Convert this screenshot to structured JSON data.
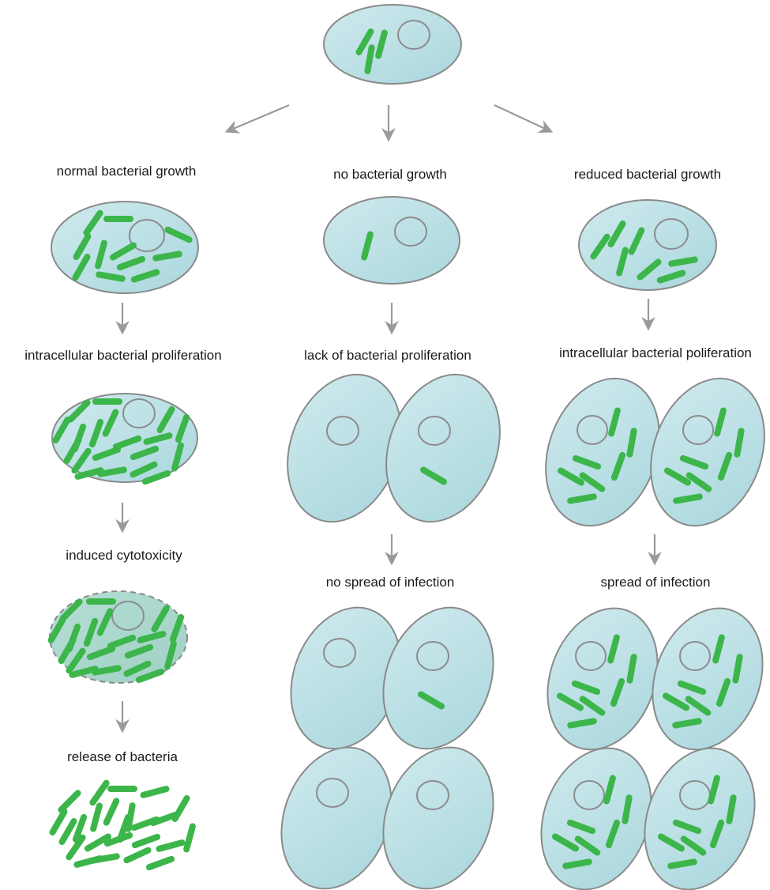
{
  "colors": {
    "cell_fill": "#bfe3e8",
    "cell_fill_dark": "#a8d6dc",
    "cell_stroke": "#8a8a8a",
    "nucleus_stroke": "#8c8c8c",
    "bacteria": "#3cb54a",
    "dying_cell_fill": "#a9d8cf",
    "arrow": "#9a9a9a",
    "text": "#1a1a1a"
  },
  "columns": {
    "left": {
      "outcome": "normal bacterial growth",
      "step2": "intracellular bacterial proliferation",
      "step3": "induced cytotoxicity",
      "step4": "release of bacteria"
    },
    "middle": {
      "outcome": "no bacterial growth",
      "step2": "lack of bacterial proliferation",
      "step3": "no spread of infection"
    },
    "right": {
      "outcome": "reduced bacterial growth",
      "step2": "intracellular bacterial poliferation",
      "step3": "spread of infection"
    }
  }
}
